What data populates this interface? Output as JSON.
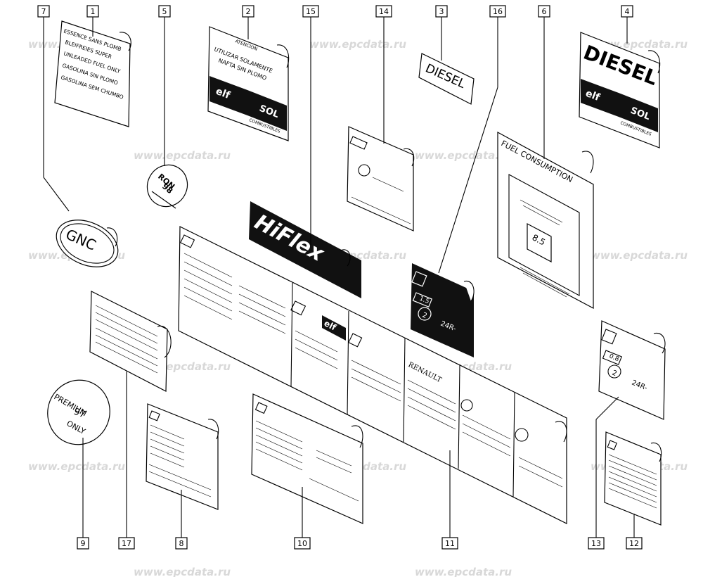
{
  "watermark": "www.epcdata.ru",
  "callouts": [
    "1",
    "2",
    "3",
    "4",
    "5",
    "6",
    "7",
    "8",
    "9",
    "10",
    "11",
    "12",
    "13",
    "14",
    "15",
    "16",
    "17"
  ],
  "labels": {
    "fuel_multilingual": [
      "ESSENCE SANS PLOMB",
      "BLEIFREIES SUPER",
      "UNLEADED FUEL ONLY",
      "GASOLINA SIN PLOMO",
      "GASOLINA SEM CHUMBO"
    ],
    "atencion": "ATENCION",
    "utilizar": [
      "UTILIZAR SOLAMENTE",
      "NAFTA SIN PLOMO"
    ],
    "combustibles": "COMBUSTIBLES",
    "elf": "elf",
    "sol": "SOL",
    "diesel": "DIESEL",
    "ron": "RON",
    "ron_value": "98",
    "fuel_consumption": "FUEL CONSUMPTION",
    "consumption_value": "8.5",
    "gnc": "GNC",
    "hiflex": "HiFlex",
    "renault": "RENAULT",
    "pressure_small": "1.5",
    "pressure_2": "2",
    "pressure_r": "24R-",
    "pressure_small_13": "0.8",
    "premium": "PREMIUM",
    "premium_value": "97",
    "only": "ONLY"
  }
}
